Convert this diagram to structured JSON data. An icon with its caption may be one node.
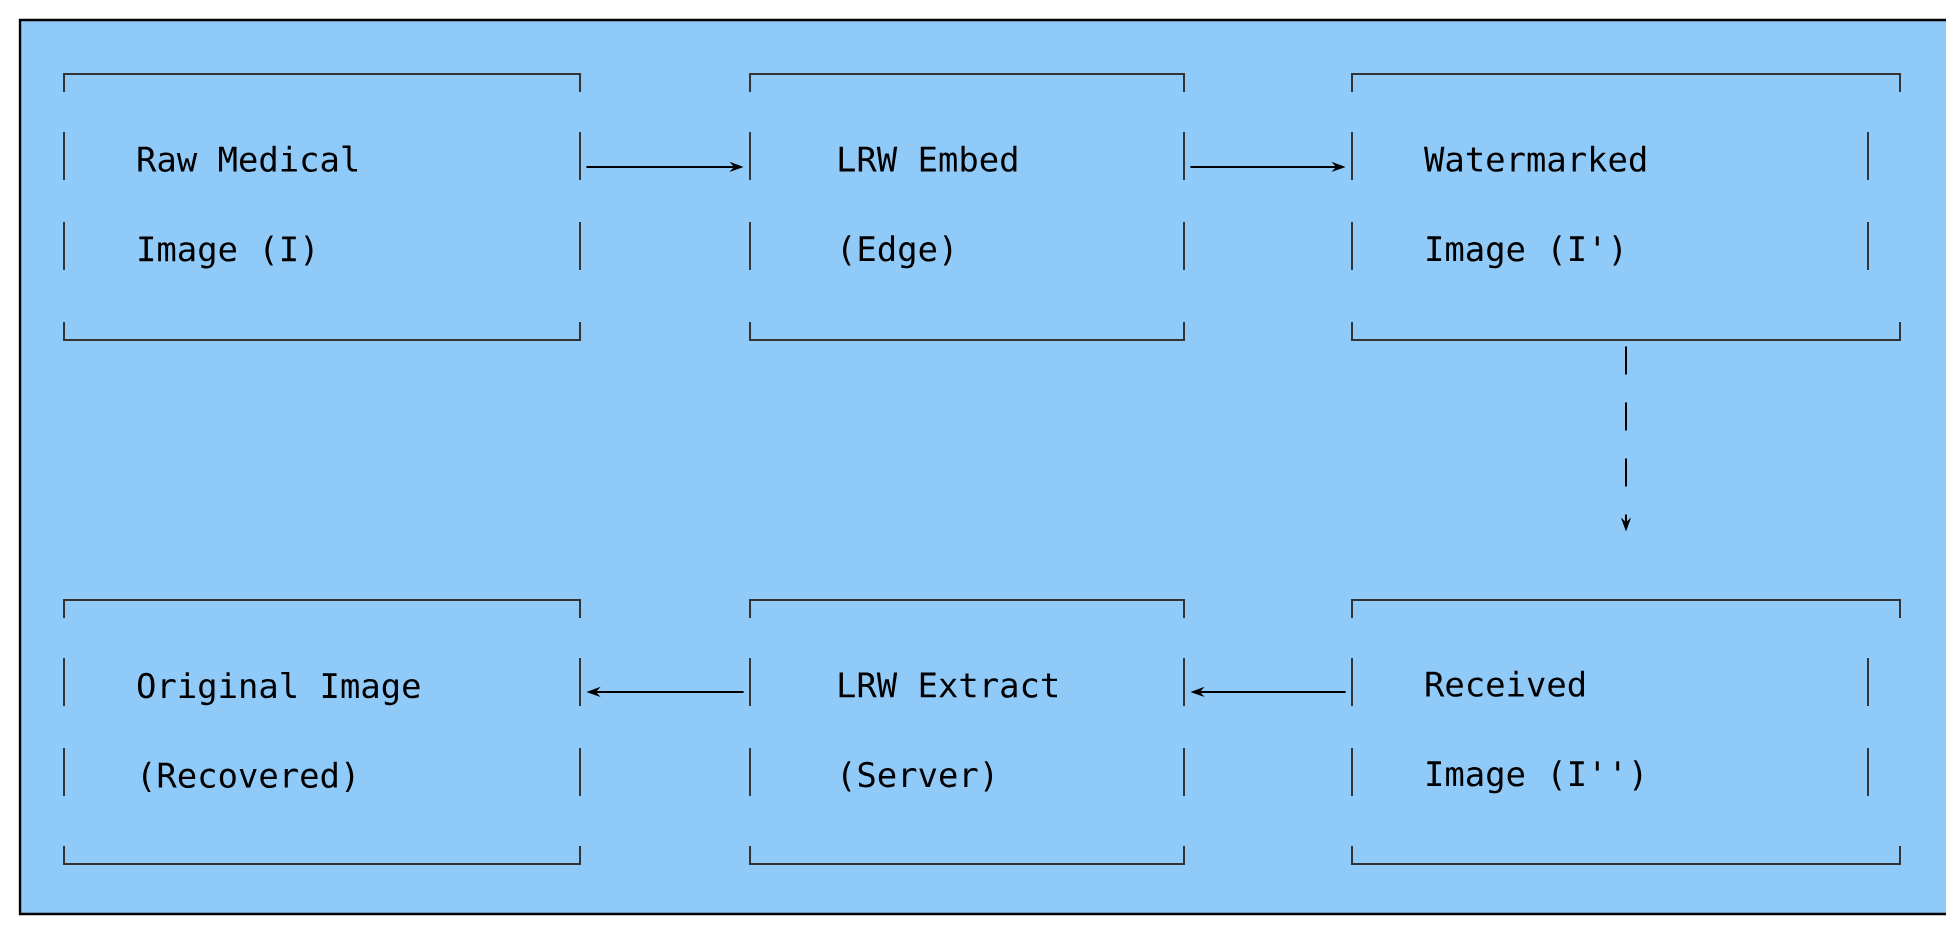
{
  "diagram": {
    "nodes": [
      {
        "text": [
          "Raw Medical Image (I)"
        ]
      },
      {
        "text": [
          "LRW Embed (Edge)"
        ]
      },
      {
        "text": [
          "Watermarked Image (I')"
        ]
      },
      {
        "text": [
          "Original Image (Recovered)"
        ]
      },
      {
        "text": [
          "LRW Extract (Server)"
        ]
      },
      {
        "text": [
          "Received Image (I'')"
        ]
      }
    ],
    "edges": [
      {
        "from": 0,
        "to": 1,
        "arrow": "to"
      },
      {
        "from": 1,
        "to": 2,
        "arrow": "to"
      },
      {
        "from": 2,
        "to": 5,
        "arrow": "to",
        "style": "dashed"
      },
      {
        "from": 5,
        "to": 4,
        "arrow": "to"
      },
      {
        "from": 4,
        "to": 3,
        "arrow": "to"
      }
    ]
  }
}
